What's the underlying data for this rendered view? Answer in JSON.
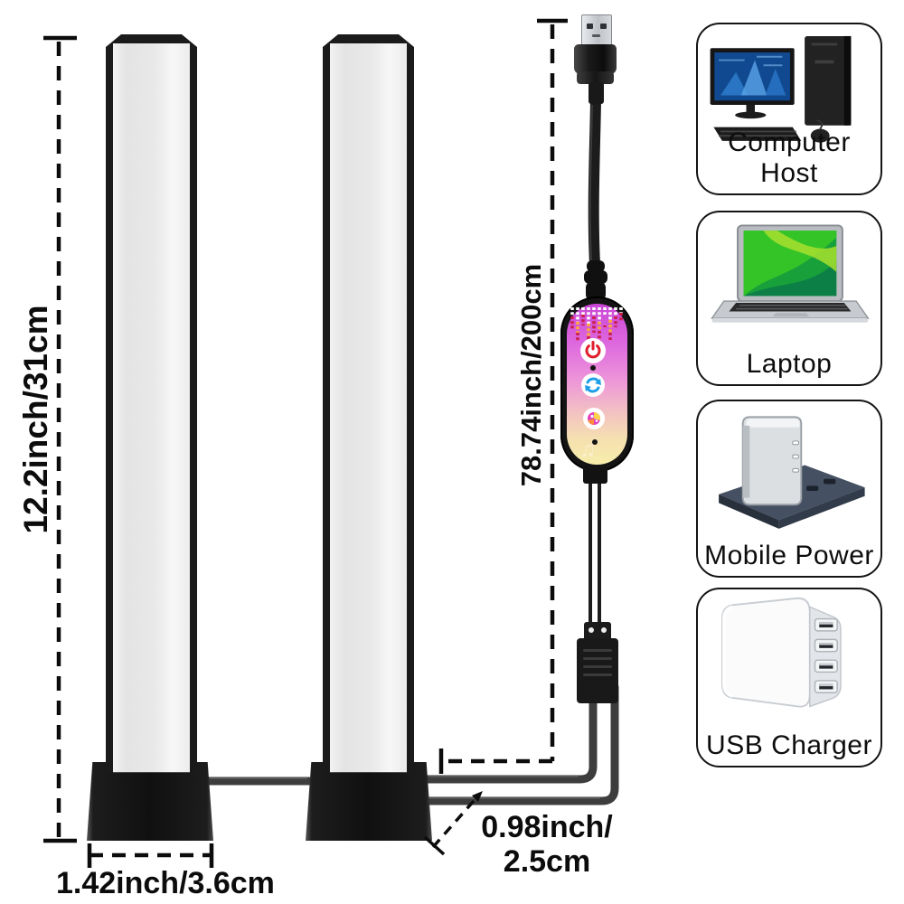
{
  "title": "RGB light bar dimension diagram",
  "dimensions": {
    "bar_height_label": "12.2inch/31cm",
    "cable_length_label": "78.74inch/200cm",
    "base_width_label": "1.42inch/3.6cm",
    "cable_gap_line1": "0.98inch/",
    "cable_gap_line2": "2.5cm"
  },
  "power_sources": [
    {
      "label": "Computer Host",
      "icon": "desktop-computer-icon"
    },
    {
      "label": "Laptop",
      "icon": "laptop-icon"
    },
    {
      "label": "Mobile Power",
      "icon": "power-bank-icon"
    },
    {
      "label": "USB Charger",
      "icon": "usb-wall-charger-icon"
    }
  ],
  "controller": {
    "buttons": [
      {
        "name": "power-button",
        "glyph": "power-icon",
        "color": "#e01f2d"
      },
      {
        "name": "mode-cycle-button",
        "glyph": "cycle-arrows-icon",
        "color": "#1f9ee8"
      },
      {
        "name": "color-mode-button",
        "glyph": "color-wheel-icon",
        "color": "#e040c0"
      }
    ],
    "face_gradient_top": "#c946d6",
    "face_gradient_bottom": "#f7edaa",
    "music_note_glyph": "♫"
  },
  "colors": {
    "cable": "#3d3d3d",
    "bar_frame": "#1b1b1b",
    "dimension_lines": "#0c0c0c",
    "background": "#ffffff"
  }
}
